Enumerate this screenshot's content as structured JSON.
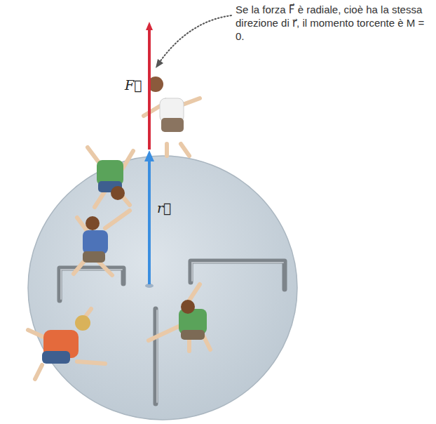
{
  "diagram": {
    "labels": [
      "Se la forza F⃗ è radiale, cioè ha la stessa direzione di r⃗, il momento torcente è M = 0.",
      "F⃗",
      "r⃗"
    ]
  }
}
